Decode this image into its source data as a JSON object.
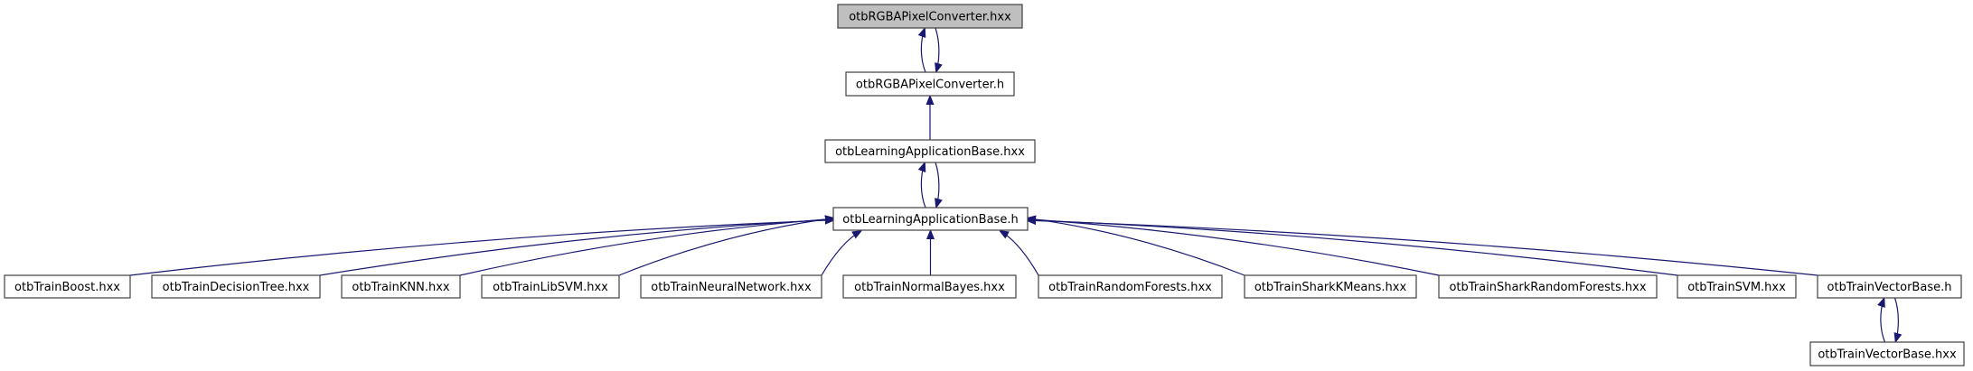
{
  "diagram": {
    "type": "include-dependency-graph",
    "colors": {
      "edge": "#191970",
      "node_border": "#404040",
      "root_fill": "#bfbfbf",
      "node_fill": "#ffffff"
    },
    "nodes": [
      {
        "id": "rgba_hxx",
        "label": "otbRGBAPixelConverter.hxx",
        "root": true
      },
      {
        "id": "rgba_h",
        "label": "otbRGBAPixelConverter.h"
      },
      {
        "id": "lab_hxx",
        "label": "otbLearningApplicationBase.hxx"
      },
      {
        "id": "lab_h",
        "label": "otbLearningApplicationBase.h"
      },
      {
        "id": "boost",
        "label": "otbTrainBoost.hxx"
      },
      {
        "id": "dtree",
        "label": "otbTrainDecisionTree.hxx"
      },
      {
        "id": "knn",
        "label": "otbTrainKNN.hxx"
      },
      {
        "id": "libsvm",
        "label": "otbTrainLibSVM.hxx"
      },
      {
        "id": "nn",
        "label": "otbTrainNeuralNetwork.hxx"
      },
      {
        "id": "nbayes",
        "label": "otbTrainNormalBayes.hxx"
      },
      {
        "id": "rf",
        "label": "otbTrainRandomForests.hxx"
      },
      {
        "id": "skm",
        "label": "otbTrainSharkKMeans.hxx"
      },
      {
        "id": "srf",
        "label": "otbTrainSharkRandomForests.hxx"
      },
      {
        "id": "svm",
        "label": "otbTrainSVM.hxx"
      },
      {
        "id": "vb_h",
        "label": "otbTrainVectorBase.h"
      },
      {
        "id": "vb_hxx",
        "label": "otbTrainVectorBase.hxx"
      }
    ],
    "edges": [
      {
        "from": "rgba_h",
        "to": "rgba_hxx"
      },
      {
        "from": "rgba_hxx",
        "to": "rgba_h"
      },
      {
        "from": "lab_hxx",
        "to": "rgba_h"
      },
      {
        "from": "lab_h",
        "to": "lab_hxx"
      },
      {
        "from": "lab_hxx",
        "to": "lab_h"
      },
      {
        "from": "boost",
        "to": "lab_h"
      },
      {
        "from": "dtree",
        "to": "lab_h"
      },
      {
        "from": "knn",
        "to": "lab_h"
      },
      {
        "from": "libsvm",
        "to": "lab_h"
      },
      {
        "from": "nn",
        "to": "lab_h"
      },
      {
        "from": "nbayes",
        "to": "lab_h"
      },
      {
        "from": "rf",
        "to": "lab_h"
      },
      {
        "from": "skm",
        "to": "lab_h"
      },
      {
        "from": "srf",
        "to": "lab_h"
      },
      {
        "from": "svm",
        "to": "lab_h"
      },
      {
        "from": "vb_h",
        "to": "lab_h"
      },
      {
        "from": "vb_hxx",
        "to": "vb_h"
      },
      {
        "from": "vb_h",
        "to": "vb_hxx"
      }
    ]
  }
}
